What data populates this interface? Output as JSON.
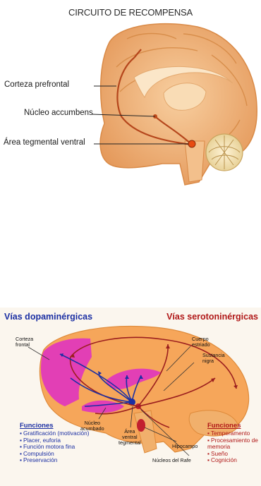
{
  "top_diagram": {
    "title": "CIRCUITO DE RECOMPENSA",
    "labels": {
      "prefrontal": "Corteza prefrontal",
      "accumbens": "Núcleo accumbens",
      "tegmental": "Área tegmental ventral"
    }
  },
  "bottom_diagram": {
    "header_left": "Vías dopaminérgicas",
    "header_right": "Vías serotoninérgicas",
    "labels": {
      "corteza_frontal": [
        "Corteza",
        "frontal"
      ],
      "cuerpo_estriado": [
        "Cuerpo",
        "estriado"
      ],
      "sustancia_nigra": [
        "Sustancia",
        "nigra"
      ],
      "nucleo_acumbens": [
        "Núcleo",
        "acumbado"
      ],
      "area_tegmental": [
        "Área",
        "ventral",
        "tegmental"
      ],
      "hipocampo": "Hipocampo",
      "nucleos_rafe": "Núcleos del Rafe"
    },
    "functions_left": {
      "title": "Funciones",
      "items": [
        "Gratificación (motivación)",
        "Placer, euforia",
        "Función motora fina",
        "Compulsión",
        "Preservación"
      ]
    },
    "functions_right": {
      "title": "Funciones",
      "items": [
        "Temperamento",
        "Procesamiento de memoria",
        "Sueño",
        "Cognición"
      ]
    },
    "colors": {
      "dopamine": "#1b2fa3",
      "serotonin": "#b01818",
      "brain": "#f6a65a",
      "magenta": "#e23fb5"
    }
  }
}
